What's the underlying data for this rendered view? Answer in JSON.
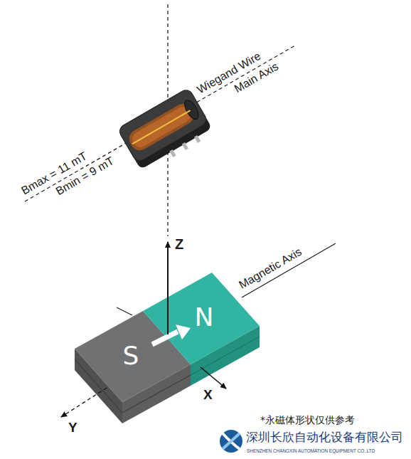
{
  "diagram": {
    "nodes": [
      {
        "text": [
          "S"
        ]
      },
      {
        "text": [
          "N"
        ]
      }
    ],
    "labels": [
      "Wiegand Wire",
      "Main Axis",
      "Bmax = 11 mT",
      "Bmin = 9 mT",
      "Z",
      "Magnetic Axis",
      "X",
      "Y",
      "*永磁体形状仅供参考",
      "深圳长欣自动化设备有限公司",
      "SHENZHEN CHANGXIN AUTOMATION EQUIPMENT CO.,LTD"
    ]
  }
}
